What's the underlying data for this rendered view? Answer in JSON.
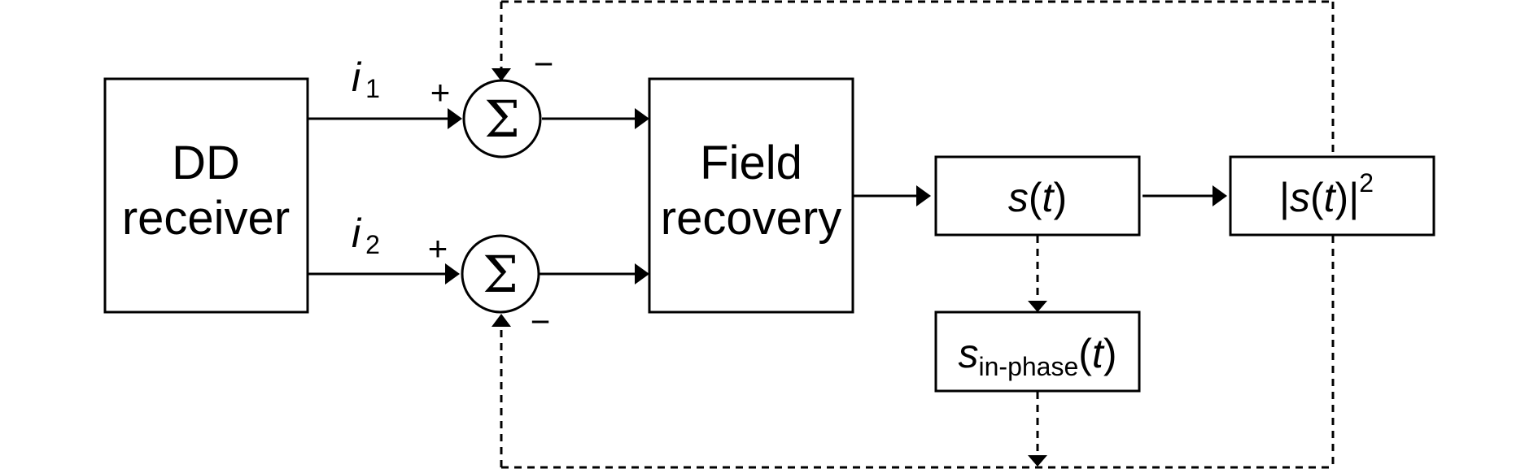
{
  "blocks": {
    "dd_receiver": {
      "line1": "DD",
      "line2": "receiver"
    },
    "field_recovery": {
      "line1": "Field",
      "line2": "recovery"
    }
  },
  "signals": {
    "i1": {
      "base": "i",
      "sub": "1"
    },
    "i2": {
      "base": "i",
      "sub": "2"
    },
    "s_t": {
      "s": "s",
      "open": "(",
      "t": "t",
      "close": ")"
    },
    "s_squared": {
      "bar1": "|",
      "s": "s",
      "open": "(",
      "t": "t",
      "close": ")",
      "bar2": "|",
      "exp": "2"
    },
    "s_inphase": {
      "s": "s",
      "sub": "in-phase",
      "open": "(",
      "t": "t",
      "close": ")"
    }
  },
  "summers": {
    "top": {
      "symbol": "Σ",
      "plus": "+",
      "minus": "−"
    },
    "bottom": {
      "symbol": "Σ",
      "plus": "+",
      "minus": "−"
    }
  }
}
